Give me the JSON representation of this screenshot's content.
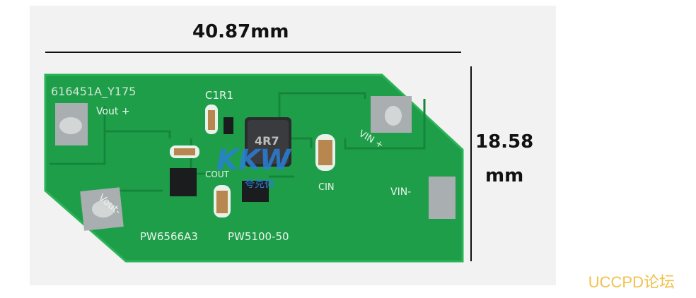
{
  "dimensions": {
    "width_label": "40.87mm",
    "height_label_line1": "18.58",
    "height_label_line2": "mm"
  },
  "silkscreen": {
    "board_id": "616451A_Y175",
    "c1r1": "C1R1",
    "vout_plus": "Vout +",
    "vout_minus": "Vout-",
    "vin_plus": "VIN +",
    "vin_minus": "VIN-",
    "cout": "COUT",
    "cin": "CIN",
    "chip_a": "PW6566A3",
    "chip_b": "PW5100-50",
    "inductor": "4R7",
    "logo_text": "KKW",
    "logo_sub": "夸克微"
  },
  "watermark": "UCCPD论坛",
  "colors": {
    "pcb": "#1f9e4a",
    "pcb_edge": "#2bb457",
    "trace": "#158a3b",
    "pad": "#a9aeb0",
    "chip": "#1b1c1e",
    "cap": "#b8874f",
    "logo": "#2a7fd6"
  }
}
